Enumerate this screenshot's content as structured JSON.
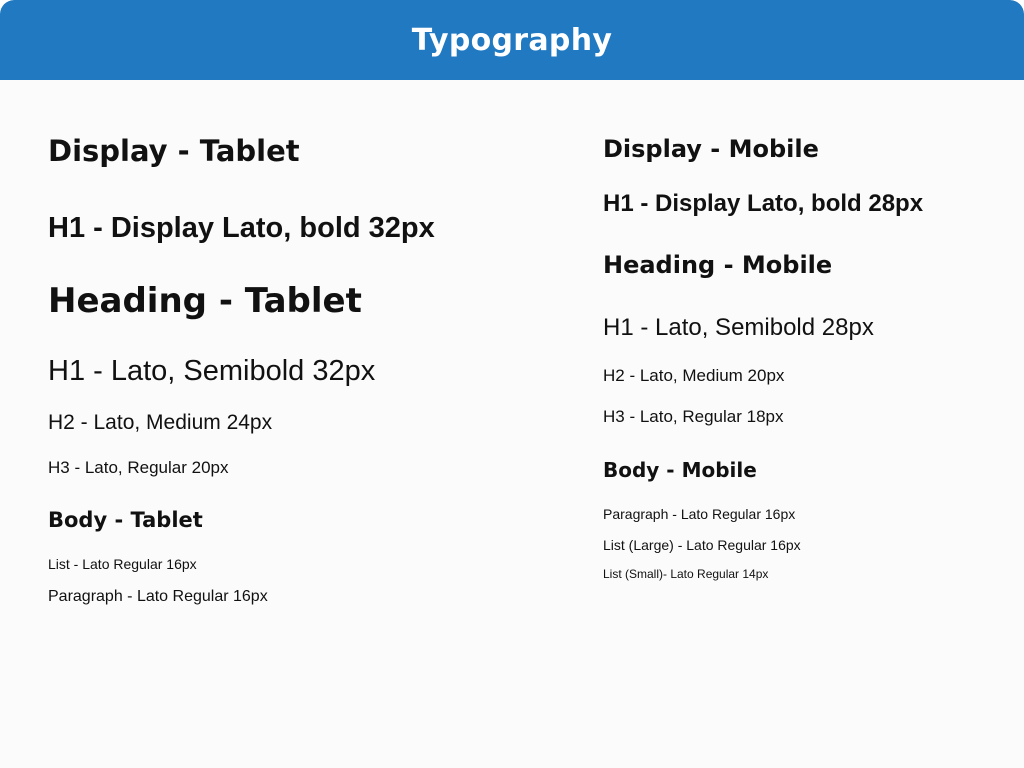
{
  "header": {
    "title": "Typography"
  },
  "tablet": {
    "display_heading": "Display - Tablet",
    "display_h1": "H1 - Display Lato, bold  32px",
    "heading_heading": "Heading - Tablet",
    "heading_h1": "H1 - Lato, Semibold  32px",
    "heading_h2": "H2 - Lato, Medium  24px",
    "heading_h3": "H3 - Lato, Regular  20px",
    "body_heading": "Body - Tablet",
    "body_list": "List - Lato  Regular  16px",
    "body_paragraph": "Paragraph - Lato Regular  16px"
  },
  "mobile": {
    "display_heading": "Display - Mobile",
    "display_h1": "H1 - Display Lato, bold  28px",
    "heading_heading": "Heading - Mobile",
    "heading_h1": "H1 - Lato, Semibold  28px",
    "heading_h2": "H2 - Lato, Medium  20px",
    "heading_h3": "H3 - Lato, Regular  18px",
    "body_heading": "Body - Mobile",
    "body_paragraph": "Paragraph - Lato Regular  16px",
    "body_list_large": "List (Large) - Lato  Regular  16px",
    "body_list_small": "List (Small)- Lato  Regular  14px"
  },
  "colors": {
    "header_bg": "#2079c1",
    "header_text": "#ffffff",
    "page_bg": "#fbfbfb",
    "text": "#111111"
  }
}
